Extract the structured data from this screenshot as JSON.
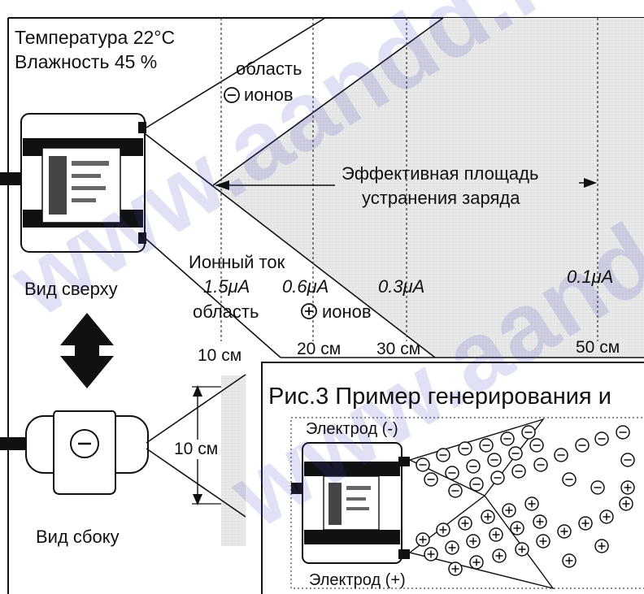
{
  "conditions": {
    "temperature": "Температура 22°C",
    "humidity": "Влажность 45 %"
  },
  "top_view": {
    "label": "Вид сверху",
    "negative_region": {
      "line1": "область",
      "line2": "ионов"
    },
    "positive_region": {
      "prefix": "область",
      "suffix": "ионов"
    },
    "effective_area": {
      "line1": "Эффективная площадь",
      "line2": "устранения заряда"
    },
    "ion_current_label": "Ионный ток",
    "currents": [
      "1.5μA",
      "0.6μA",
      "0.3μA",
      "0.1μA"
    ],
    "distances": [
      "10 см",
      "20 см",
      "30 см",
      "50 см"
    ]
  },
  "side_view": {
    "label": "Вид сбоку",
    "height": "10 см"
  },
  "figure3": {
    "title": "Рис.3 Пример генерирования и",
    "electrode_negative": "Электрод (-)",
    "electrode_positive": "Электрод (+)"
  },
  "watermark": "www.aandd.ru",
  "colors": {
    "area_fill": "#e6e6e6",
    "watermark": "#4646c8",
    "ink": "#111111"
  }
}
